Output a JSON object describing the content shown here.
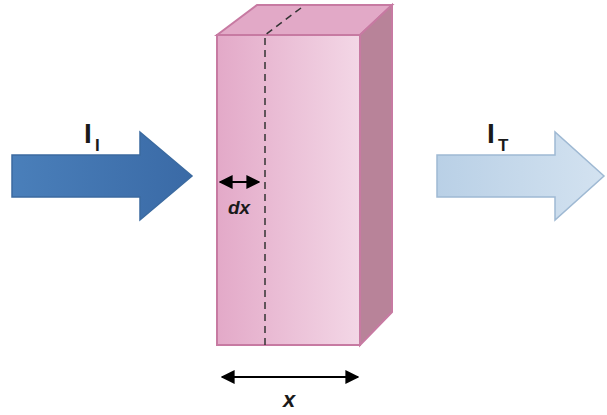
{
  "diagram": {
    "labels": [
      "I",
      "I",
      "I",
      "T",
      "dx",
      "x"
    ]
  }
}
